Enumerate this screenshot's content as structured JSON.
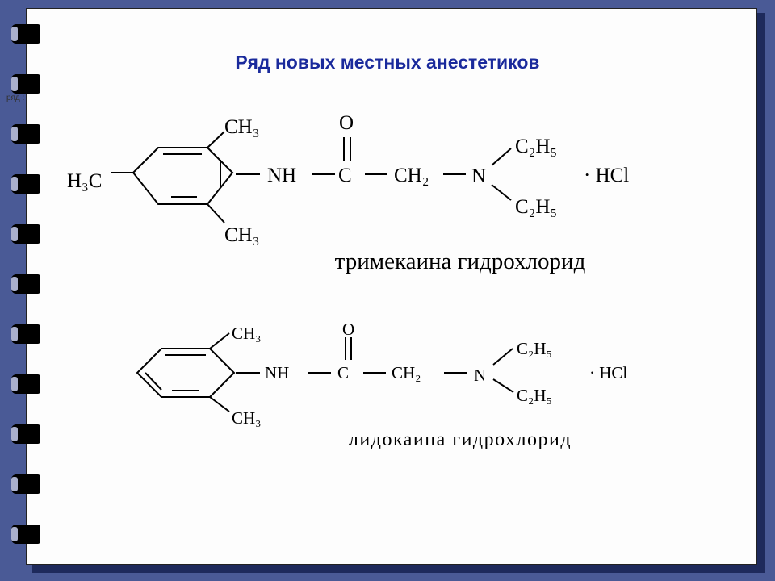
{
  "title": "Ряд новых местных анестетиков",
  "corner_note": "ряд :",
  "trimecaine": {
    "methyl_left": "H₃C",
    "methyl_top": "CH₃",
    "methyl_bottom": "CH₃",
    "nh": "NH",
    "carbon": "C",
    "oxygen": "O",
    "ch2": "CH₂",
    "nitrogen": "N",
    "ethyl_top": "C₂H₅",
    "ethyl_bottom": "C₂H₅",
    "salt": "·  HCl",
    "caption": "тримекаина гидрохлорид"
  },
  "lidocaine": {
    "methyl_top": "CH₃",
    "methyl_bottom": "CH₃",
    "nh": "NH",
    "carbon": "C",
    "oxygen": "O",
    "ch2": "CH₂",
    "nitrogen": "N",
    "ethyl_top": "C₂H₅",
    "ethyl_bottom": "C₂H₅",
    "salt": "·  HCl",
    "caption": "лидокаина гидрохлорид"
  }
}
